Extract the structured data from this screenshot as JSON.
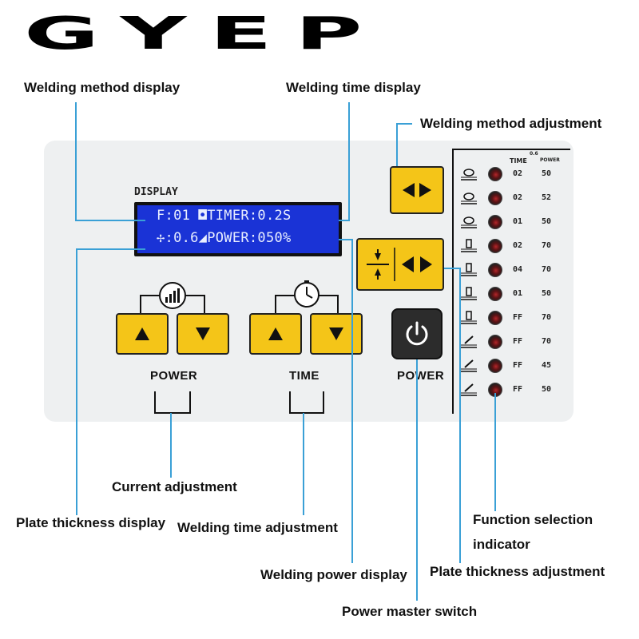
{
  "brand": "GYEP",
  "panel": {
    "display_label": "DISPLAY",
    "lcd_line1": "F:01 ◘TIMER:0.2S",
    "lcd_line2": "✢:0.6◢POWER:050%",
    "power_label": "POWER",
    "time_label": "TIME",
    "power_switch_label": "POWER"
  },
  "function_table": {
    "header_time": "TIME",
    "header_sup": "0.6",
    "header_power": "POWER",
    "rows": [
      {
        "icon": "weld-symbol-1-icon",
        "time": "02",
        "power": "50"
      },
      {
        "icon": "weld-symbol-2-icon",
        "time": "02",
        "power": "52"
      },
      {
        "icon": "weld-symbol-3-icon",
        "time": "01",
        "power": "50"
      },
      {
        "icon": "weld-symbol-4-icon",
        "time": "02",
        "power": "70"
      },
      {
        "icon": "weld-symbol-5-icon",
        "time": "04",
        "power": "70"
      },
      {
        "icon": "weld-symbol-6-icon",
        "time": "01",
        "power": "50"
      },
      {
        "icon": "weld-symbol-7-icon",
        "time": "FF",
        "power": "70"
      },
      {
        "icon": "weld-symbol-8-icon",
        "time": "FF",
        "power": "70"
      },
      {
        "icon": "weld-symbol-9-icon",
        "time": "FF",
        "power": "45"
      },
      {
        "icon": "weld-symbol-10-icon",
        "time": "FF",
        "power": "50"
      }
    ]
  },
  "callouts": {
    "welding_method_display": "Welding method display",
    "welding_time_display": "Welding time display",
    "welding_method_adjustment": "Welding method adjustment",
    "current_adjustment": "Current adjustment",
    "plate_thickness_display": "Plate thickness display",
    "welding_time_adjustment": "Welding time adjustment",
    "function_selection_line1": "Function selection",
    "function_selection_line2": "indicator",
    "welding_power_display": "Welding power display",
    "plate_thickness_adjustment": "Plate thickness adjustment",
    "power_master_switch": "Power master switch"
  },
  "colors": {
    "button_yellow": "#f4c518",
    "lcd_blue": "#1a33d6",
    "leader_line": "#3aa0d6",
    "panel_gray": "#eef0f1"
  }
}
